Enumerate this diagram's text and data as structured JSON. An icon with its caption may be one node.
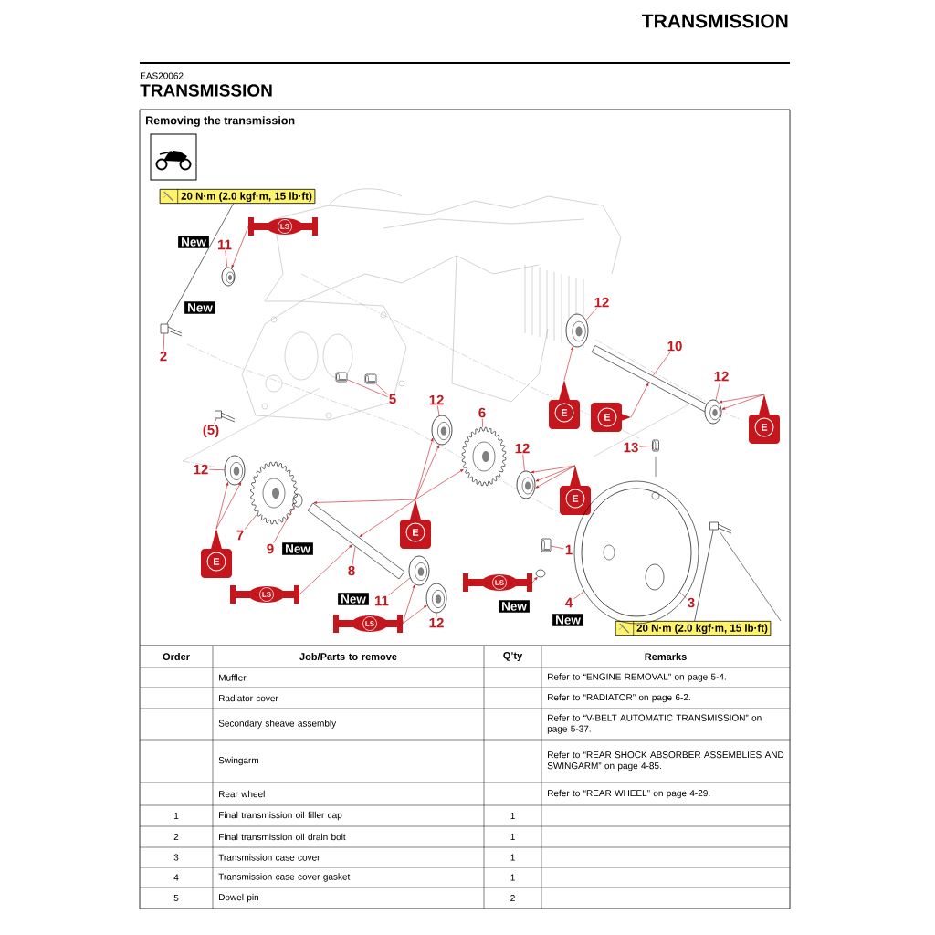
{
  "diagram": {
    "title": "TRANSMISSION",
    "nodes": [
      {
        "text": [
          "11"
        ]
      },
      {
        "text": [
          "2"
        ]
      },
      {
        "text": [
          "(5)"
        ]
      },
      {
        "text": [
          "5"
        ]
      },
      {
        "text": [
          "12"
        ]
      },
      {
        "text": [
          "6"
        ]
      },
      {
        "text": [
          "12"
        ]
      },
      {
        "text": [
          "10"
        ]
      },
      {
        "text": [
          "12"
        ]
      },
      {
        "text": [
          "13"
        ]
      },
      {
        "text": [
          "12"
        ]
      },
      {
        "text": [
          "12"
        ]
      },
      {
        "text": [
          "7"
        ]
      },
      {
        "text": [
          "9"
        ]
      },
      {
        "text": [
          "8"
        ]
      },
      {
        "text": [
          "11"
        ]
      },
      {
        "text": [
          "12"
        ]
      },
      {
        "text": [
          "1"
        ]
      },
      {
        "text": [
          "4"
        ]
      },
      {
        "text": [
          "3"
        ]
      },
      {
        "text": [
          "New"
        ]
      },
      {
        "text": [
          "New"
        ]
      },
      {
        "text": [
          "New"
        ]
      },
      {
        "text": [
          "New"
        ]
      },
      {
        "text": [
          "New"
        ]
      },
      {
        "text": [
          "New"
        ]
      },
      {
        "text": [
          "20 N·m (2.0 kgf·m, 15 lb·ft)"
        ]
      },
      {
        "text": [
          "20 N·m (2.0 kgf·m, 15 lb·ft)"
        ]
      },
      {
        "text": [
          "E"
        ]
      },
      {
        "text": [
          "E"
        ]
      },
      {
        "text": [
          "E"
        ]
      },
      {
        "text": [
          "E"
        ]
      },
      {
        "text": [
          "E"
        ]
      },
      {
        "text": [
          "E"
        ]
      },
      {
        "text": [
          "LS"
        ]
      },
      {
        "text": [
          "LS"
        ]
      },
      {
        "text": [
          "LS"
        ]
      },
      {
        "text": [
          "LS"
        ]
      },
      {
        "text": [],
        "shape": "picture"
      },
      {
        "text": [],
        "shape": "picture"
      },
      {
        "text": [],
        "shape": "picture"
      },
      {
        "text": [],
        "shape": "picture"
      },
      {
        "text": [],
        "shape": "picture"
      },
      {
        "text": [],
        "shape": "picture"
      },
      {
        "text": [],
        "shape": "picture"
      },
      {
        "text": [],
        "shape": "picture"
      },
      {
        "text": [],
        "shape": "picture"
      },
      {
        "text": [],
        "shape": "picture"
      },
      {
        "text": [],
        "shape": "picture"
      },
      {
        "text": [],
        "shape": "picture"
      },
      {
        "text": [],
        "shape": "picture"
      },
      {
        "text": [],
        "shape": "picture"
      },
      {
        "text": [],
        "shape": "picture"
      },
      {
        "text": [],
        "shape": "picture"
      },
      {
        "text": [],
        "shape": "picture"
      },
      {
        "text": [],
        "shape": "picture"
      },
      {
        "text": [],
        "shape": "picture"
      },
      {
        "text": [],
        "shape": "picture"
      },
      {
        "text": [],
        "shape": "picture"
      },
      {
        "text": [],
        "shape": "picture",
        "in": 58
      },
      {
        "text": [],
        "shape": "picture"
      }
    ],
    "edges": [
      {
        "from": 0,
        "to": 38,
        "arrow": "none"
      },
      {
        "from": 1,
        "to": 39,
        "arrow": "none"
      },
      {
        "from": 2,
        "to": 40,
        "arrow": "none"
      },
      {
        "from": 3,
        "to": 41,
        "arrow": "none"
      },
      {
        "from": 3,
        "to": 42,
        "arrow": "none"
      },
      {
        "from": 4,
        "to": 43,
        "arrow": "none"
      },
      {
        "from": 5,
        "to": 44,
        "arrow": "none"
      },
      {
        "from": 6,
        "to": 45,
        "arrow": "none"
      },
      {
        "from": 7,
        "to": 46,
        "arrow": "none"
      },
      {
        "from": 8,
        "to": 47,
        "arrow": "none"
      },
      {
        "from": 9,
        "to": 48,
        "arrow": "none"
      },
      {
        "from": 10,
        "to": 49,
        "arrow": "none"
      },
      {
        "from": 11,
        "to": 50,
        "arrow": "none"
      },
      {
        "from": 12,
        "to": 51,
        "arrow": "none"
      },
      {
        "from": 13,
        "to": 52,
        "arrow": "none"
      },
      {
        "from": 14,
        "to": 53,
        "arrow": "none"
      },
      {
        "from": 15,
        "to": 54,
        "arrow": "none"
      },
      {
        "from": 16,
        "to": 55,
        "arrow": "none"
      },
      {
        "from": 17,
        "to": 56,
        "arrow": "none"
      },
      {
        "from": 18,
        "to": 58,
        "arrow": "none"
      },
      {
        "from": 19,
        "to": 59,
        "arrow": "none"
      },
      {
        "from": 26,
        "to": 39,
        "arrow": "none",
        "color": "#000000"
      },
      {
        "from": 27,
        "to": 60,
        "arrow": "none",
        "color": "#000000"
      },
      {
        "from": 28,
        "to": 45,
        "arrow": "to"
      },
      {
        "from": 29,
        "to": 46,
        "arrow": "to"
      },
      {
        "from": 30,
        "to": 47,
        "arrow": "to"
      },
      {
        "from": 30,
        "to": 47,
        "arrow": "to"
      },
      {
        "from": 31,
        "to": 43,
        "arrow": "to"
      },
      {
        "from": 31,
        "to": 43,
        "arrow": "to"
      },
      {
        "from": 31,
        "to": 44,
        "arrow": "to"
      },
      {
        "from": 31,
        "to": 53,
        "arrow": "to"
      },
      {
        "from": 31,
        "to": 53,
        "arrow": "to"
      },
      {
        "from": 32,
        "to": 50,
        "arrow": "to"
      },
      {
        "from": 32,
        "to": 50,
        "arrow": "to"
      },
      {
        "from": 32,
        "to": 50,
        "arrow": "to"
      },
      {
        "from": 33,
        "to": 49,
        "arrow": "to"
      },
      {
        "from": 33,
        "to": 49,
        "arrow": "to"
      },
      {
        "from": 34,
        "to": 38,
        "arrow": "to"
      },
      {
        "from": 35,
        "to": 53,
        "arrow": "to"
      },
      {
        "from": 36,
        "to": 57,
        "arrow": "to"
      },
      {
        "from": 37,
        "to": 54,
        "arrow": "to"
      },
      {
        "from": 37,
        "to": 55,
        "arrow": "to"
      }
    ],
    "labels": [
      "TRANSMISSION",
      "EAS20062",
      "Removing the transmission",
      "Order",
      "Job/Parts to remove",
      "Q’ty",
      "Remarks",
      "Muffler",
      "Refer to “ENGINE REMOVAL” on page 5-4.",
      "Radiator cover",
      "Refer to “RADIATOR” on page 6-2.",
      "Secondary sheave assembly",
      "Refer to “V-BELT AUTOMATIC TRANSMISSION” on page 5-37.",
      "Swingarm",
      "Refer to “REAR SHOCK ABSORBER ASSEMBLIES AND SWINGARM” on page 4-85.",
      "Rear wheel",
      "Refer to “REAR WHEEL” on page 4-29.",
      "1",
      "Final transmission oil filler cap",
      "1",
      "2",
      "Final transmission oil drain bolt",
      "1",
      "3",
      "Transmission case cover",
      "1",
      "4",
      "Transmission case cover gasket",
      "1",
      "5",
      "Dowel pin",
      "2"
    ]
  }
}
